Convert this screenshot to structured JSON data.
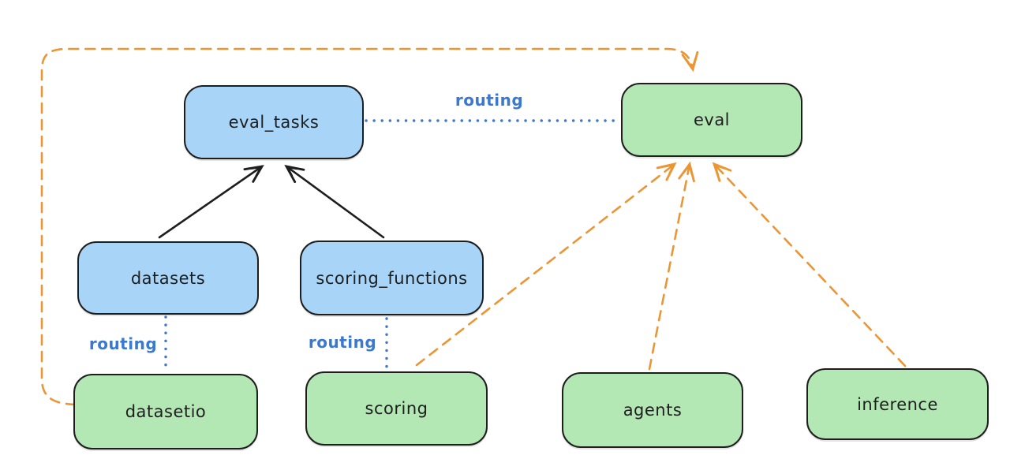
{
  "diagram": {
    "type": "architecture-diagram",
    "nodes": [
      {
        "id": "eval_tasks",
        "label": "eval_tasks",
        "color": "blue"
      },
      {
        "id": "eval",
        "label": "eval",
        "color": "green"
      },
      {
        "id": "datasets",
        "label": "datasets",
        "color": "blue"
      },
      {
        "id": "scoring_functions",
        "label": "scoring_functions",
        "color": "blue"
      },
      {
        "id": "datasetio",
        "label": "datasetio",
        "color": "green"
      },
      {
        "id": "scoring",
        "label": "scoring",
        "color": "green"
      },
      {
        "id": "agents",
        "label": "agents",
        "color": "green"
      },
      {
        "id": "inference",
        "label": "inference",
        "color": "green"
      }
    ],
    "edge_labels": [
      {
        "text": "routing"
      },
      {
        "text": "routing"
      },
      {
        "text": "routing"
      }
    ],
    "edges": [
      {
        "from": "datasets",
        "to": "eval_tasks",
        "style": "solid-black-arrow"
      },
      {
        "from": "scoring_functions",
        "to": "eval_tasks",
        "style": "solid-black-arrow"
      },
      {
        "from": "eval_tasks",
        "to": "eval",
        "style": "dotted-blue",
        "label": "routing"
      },
      {
        "from": "datasets",
        "to": "datasetio",
        "style": "dotted-blue",
        "label": "routing"
      },
      {
        "from": "scoring_functions",
        "to": "scoring",
        "style": "dotted-blue",
        "label": "routing"
      },
      {
        "from": "datasetio",
        "to": "eval",
        "style": "dashed-orange-arrow"
      },
      {
        "from": "scoring",
        "to": "eval",
        "style": "dashed-orange-arrow"
      },
      {
        "from": "agents",
        "to": "eval",
        "style": "dashed-orange-arrow"
      },
      {
        "from": "inference",
        "to": "eval",
        "style": "dashed-orange-arrow"
      }
    ],
    "colors": {
      "node_blue_fill": "#a8d5f7",
      "node_green_fill": "#b3e8b5",
      "node_stroke": "#1e1e1e",
      "routing_blue": "#3b78d0",
      "provider_orange": "#eb9635",
      "background": "#ffffff"
    }
  }
}
